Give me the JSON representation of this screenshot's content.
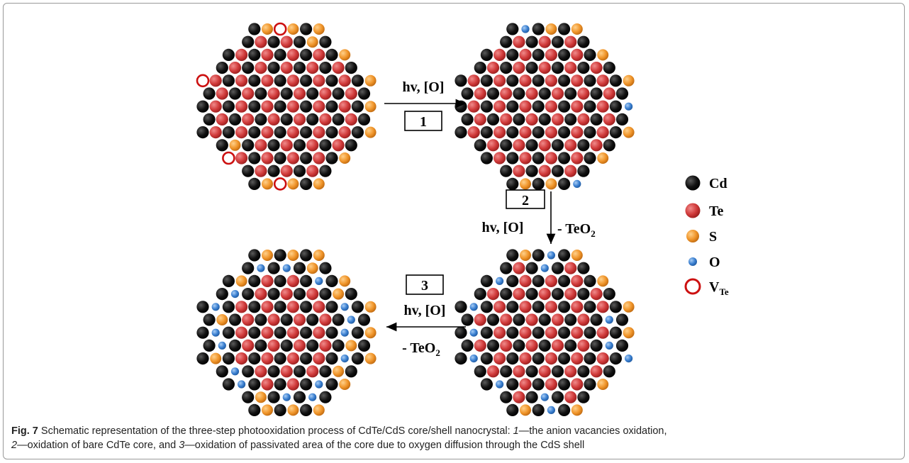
{
  "figure": {
    "step1": {
      "number": "1",
      "label": "hv, [O]"
    },
    "step2": {
      "number": "2",
      "label_left": "hv, [O]",
      "label_right": "- TeO",
      "subscript": "2"
    },
    "step3": {
      "number": "3",
      "label": "hv, [O]",
      "label_bottom": "- TeO",
      "subscript": "2"
    },
    "legend": [
      {
        "symbol": "Cd",
        "color": "#0f0f0f",
        "kind": "filled"
      },
      {
        "symbol": "Te",
        "color": "#d03a3a",
        "kind": "filled"
      },
      {
        "symbol": "S",
        "color": "#f0952a",
        "kind": "filled"
      },
      {
        "symbol": "O",
        "color": "#3a7fd0",
        "kind": "filled-small"
      },
      {
        "symbol": "V",
        "subscript": "Te",
        "color": "#cc1010",
        "kind": "ring"
      }
    ],
    "colors": {
      "Cd": "#0f0f0f",
      "Te": "#d03a3a",
      "S": "#f0952a",
      "O": "#3a7fd0",
      "vacancy": "#cc1010"
    }
  },
  "caption": {
    "fig_label": "Fig. 7",
    "part1": " Schematic representation of the three-step photooxidation process of CdTe/CdS core/shell nanocrystal: ",
    "n1": "1",
    "part2": "—the anion vacancies oxidation,",
    "n2": "2",
    "part3": "—oxidation of bare CdTe core, and ",
    "n3": "3",
    "part4": "—oxidation of passivated area of the core due to oxygen diffusion through the CdS shell"
  }
}
